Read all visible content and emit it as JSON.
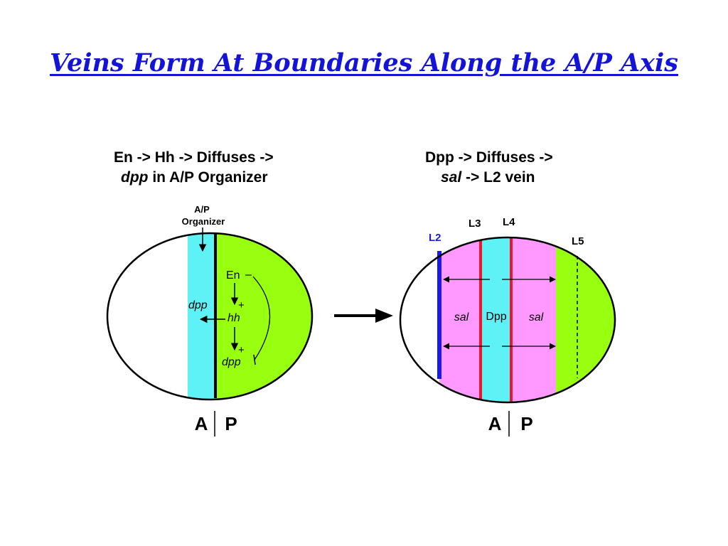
{
  "title": "Veins Form At Boundaries Along the A/P Axis",
  "left_panel": {
    "caption_line1": "En -> Hh -> Diffuses ->",
    "caption_line2_italic": "dpp",
    "caption_line2_rest": " in A/P Organizer",
    "organizer_label_1": "A/P",
    "organizer_label_2": "Organizer",
    "gene_en": "En",
    "gene_en_sign": "–",
    "gene_hh": "hh",
    "gene_dpp_label": "dpp",
    "gene_dpp_lower": "dpp",
    "plus_1": "+",
    "plus_2": "+",
    "axis_a": "A",
    "axis_p": "P"
  },
  "right_panel": {
    "caption_line1": "Dpp -> Diffuses ->",
    "caption_line2_italic": "sal",
    "caption_line2_rest": " -> L2 vein",
    "vein_l2": "L2",
    "vein_l3": "L3",
    "vein_l4": "L4",
    "vein_l5": "L5",
    "sal_left": "sal",
    "dpp_center": "Dpp",
    "sal_right": "sal",
    "axis_a": "A",
    "axis_p": "P"
  },
  "colors": {
    "title": "#1414d8",
    "anterior_stripe": "#5ef2f7",
    "posterior": "#99ff11",
    "sal_region": "#ff99ff",
    "vein_red": "#e8192c",
    "vein_l2_blue": "#1a1aee",
    "ink": "#000000"
  }
}
